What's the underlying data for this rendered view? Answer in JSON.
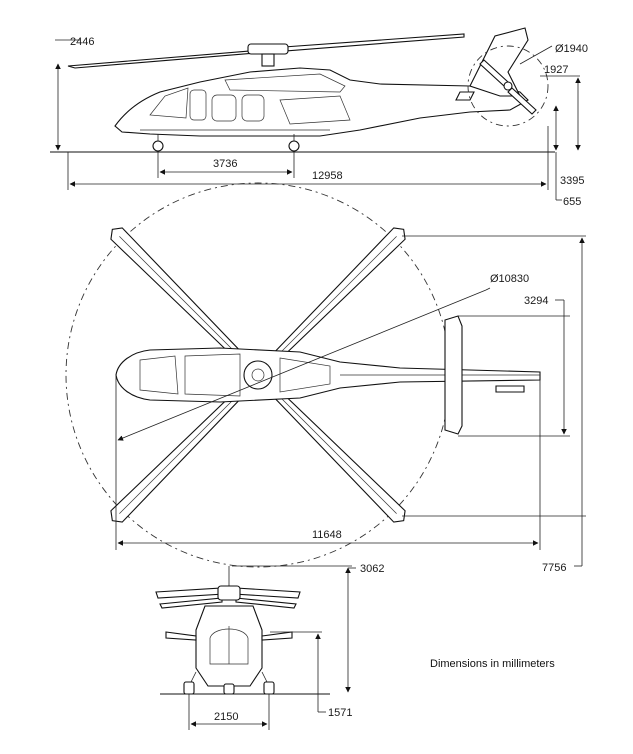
{
  "dimensions": {
    "side_height": "2446",
    "tail_rotor_diameter": "Ø1940",
    "tail_rotor_height": "1927",
    "wheel_base": "3736",
    "overall_length": "12958",
    "tail_height": "3395",
    "ground_clearance": "655",
    "main_rotor_diameter": "Ø10830",
    "stabilizer_span": "3294",
    "fuselage_length": "11648",
    "rotor_span": "7756",
    "front_height": "3062",
    "wheel_track": "2150",
    "front_body_height": "1571"
  },
  "note": "Dimensions in millimeters"
}
